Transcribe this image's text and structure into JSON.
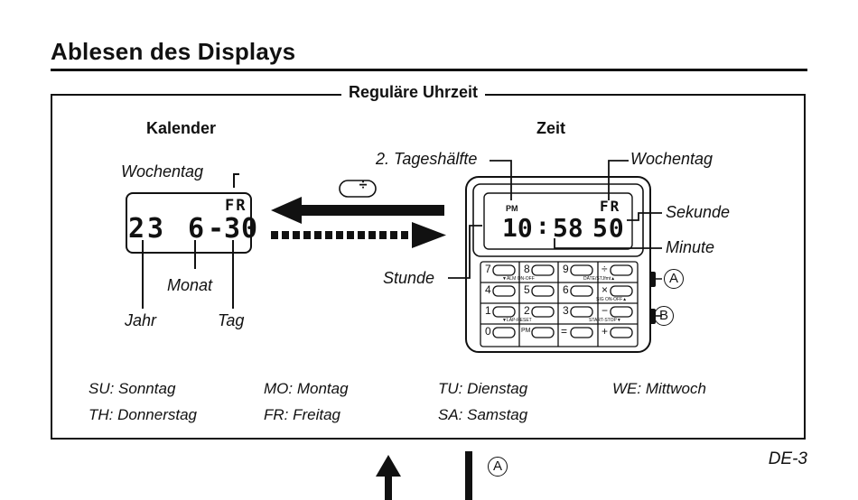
{
  "heading": "Ablesen des Displays",
  "frame_title": "Reguläre Uhrzeit",
  "calendar": {
    "heading": "Kalender",
    "weekday_label": "Wochentag",
    "weekday_lcd": "FR",
    "year_lcd": "23",
    "month_lcd": "6",
    "dash_lcd": "-",
    "day_lcd": "30",
    "month_label": "Monat",
    "year_label": "Jahr",
    "day_label": "Tag"
  },
  "time": {
    "heading": "Zeit",
    "pm_label": "2. Tageshälfte",
    "weekday_label": "Wochentag",
    "second_label": "Sekunde",
    "minute_label": "Minute",
    "hour_label": "Stunde",
    "pm_lcd": "PM",
    "weekday_lcd": "FR",
    "hour_lcd": "10",
    "colon_lcd": ":",
    "minute_lcd": "58",
    "second_lcd": "50"
  },
  "divide_button": "÷",
  "keypad": {
    "rows": [
      [
        "7",
        "8",
        "9",
        "÷"
      ],
      [
        "4",
        "5",
        "6",
        "×"
      ],
      [
        "1",
        "2",
        "3",
        "−"
      ],
      [
        "0",
        "PM",
        "=",
        "+"
      ]
    ],
    "row1_caption_left": "▼ALM ON-OFF",
    "row1_caption_right": "DATE/STJfmt▲",
    "row2_caption_right": "SIG ON-OFF▲",
    "row3_caption_left": "▼LAP-RESET",
    "row3_caption_right": "START-STOP▼"
  },
  "button_a": "A",
  "button_b": "B",
  "days": {
    "su": "SU: Sonntag",
    "mo": "MO: Montag",
    "tu": "TU: Dienstag",
    "we": "WE: Mittwoch",
    "th": "TH: Donnerstag",
    "fr": "FR: Freitag",
    "sa": "SA: Samstag"
  },
  "page_number": "DE-3",
  "bottom_button_a": "A"
}
